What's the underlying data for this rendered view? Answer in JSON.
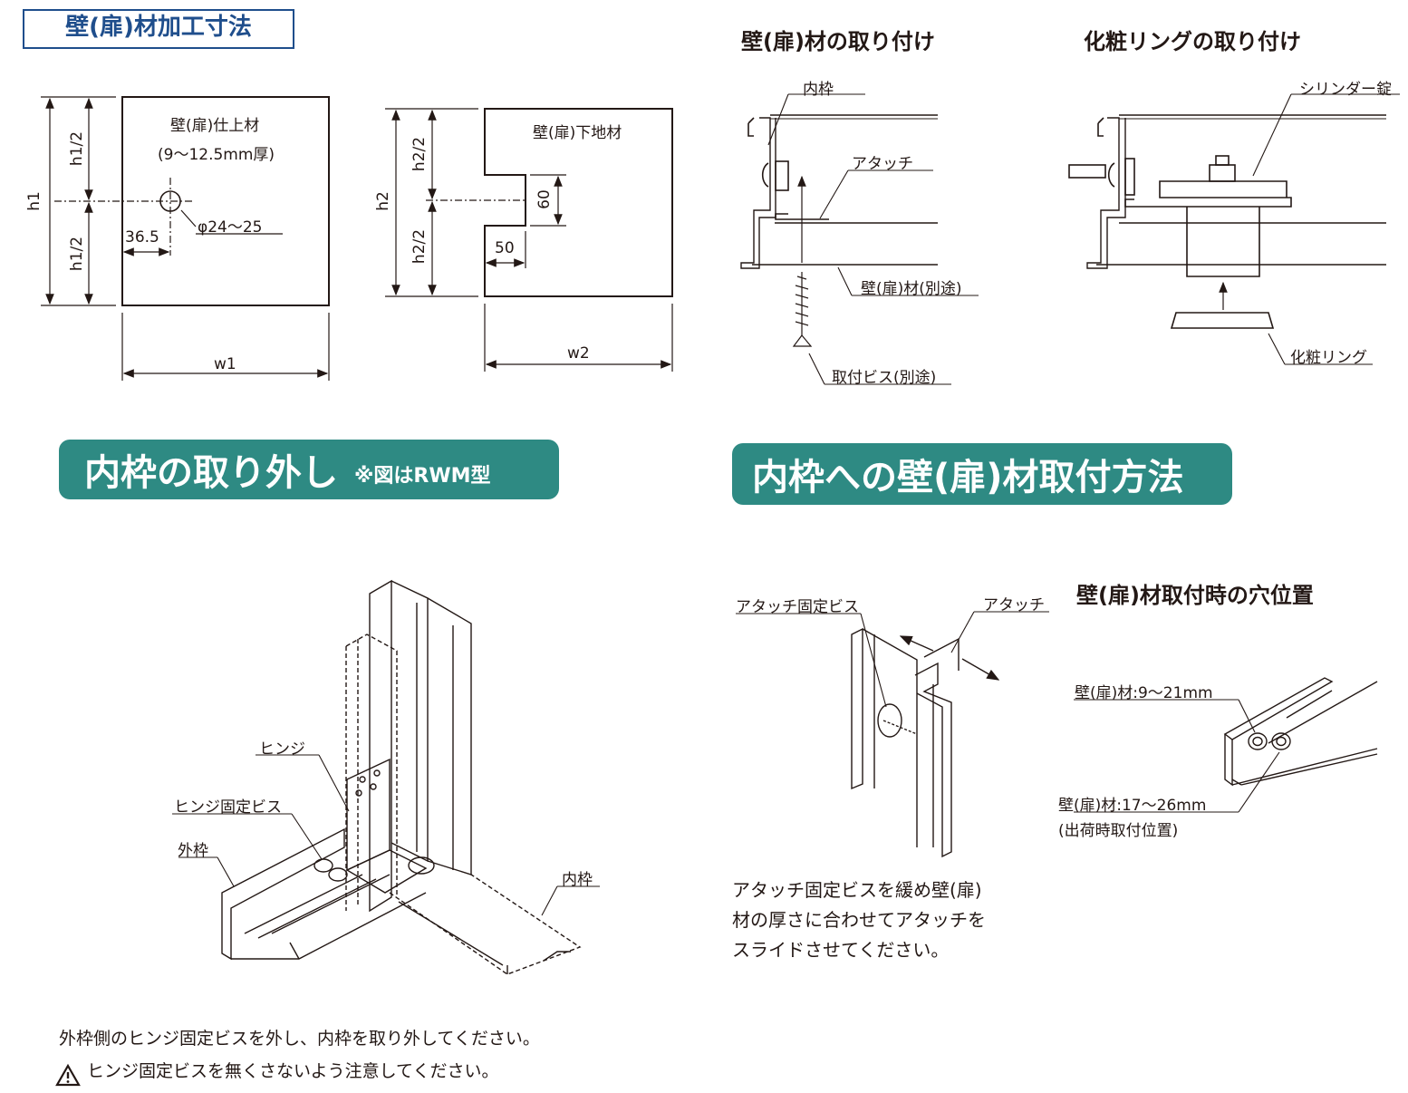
{
  "section_title": "壁(扉)材加工寸法",
  "dims": {
    "panel1_title": "壁(扉)仕上材",
    "panel1_thick": "(9～12.5mm厚)",
    "h1": "h1",
    "h1_half_top": "h1/2",
    "h1_half_bottom": "h1/2",
    "d_36_5": "36.5",
    "hole_dia": "φ24～25",
    "w1": "w1",
    "panel2_title": "壁(扉)下地材",
    "h2": "h2",
    "h2_half_top": "h2/2",
    "h2_half_bottom": "h2/2",
    "d_60": "60",
    "d_50": "50",
    "w2": "w2"
  },
  "attach_wall": {
    "heading": "壁(扉)材の取り付け",
    "inner_frame": "内枠",
    "attach": "アタッチ",
    "wall_material": "壁(扉)材(別途)",
    "screw": "取付ビス(別途)"
  },
  "attach_ring": {
    "heading": "化粧リングの取り付け",
    "cylinder": "シリンダー錠",
    "ring": "化粧リング"
  },
  "banner_left": {
    "title": "内枠の取り外し",
    "sub": "※図はRWM型"
  },
  "banner_right": {
    "title": "内枠への壁(扉)材取付方法"
  },
  "removal": {
    "hinge": "ヒンジ",
    "hinge_screw": "ヒンジ固定ビス",
    "outer_frame": "外枠",
    "inner_frame": "内枠",
    "note1": "外枠側のヒンジ固定ビスを外し、内枠を取り外してください。",
    "note2": "ヒンジ固定ビスを無くさないよう注意してください。"
  },
  "mount_method": {
    "attach_screw": "アタッチ固定ビス",
    "attach": "アタッチ",
    "hole_heading": "壁(扉)材取付時の穴位置",
    "hole_a": "壁(扉)材:9～21mm",
    "hole_b": "壁(扉)材:17～26mm",
    "hole_b_note": "(出荷時取付位置)",
    "para_line1": "アタッチ固定ビスを緩め壁(扉)",
    "para_line2": "材の厚さに合わせてアタッチを",
    "para_line3": "スライドさせてください。"
  },
  "colors": {
    "accent_blue": "#1f4e8c",
    "banner_teal": "#2e8a83",
    "line": "#231815"
  }
}
